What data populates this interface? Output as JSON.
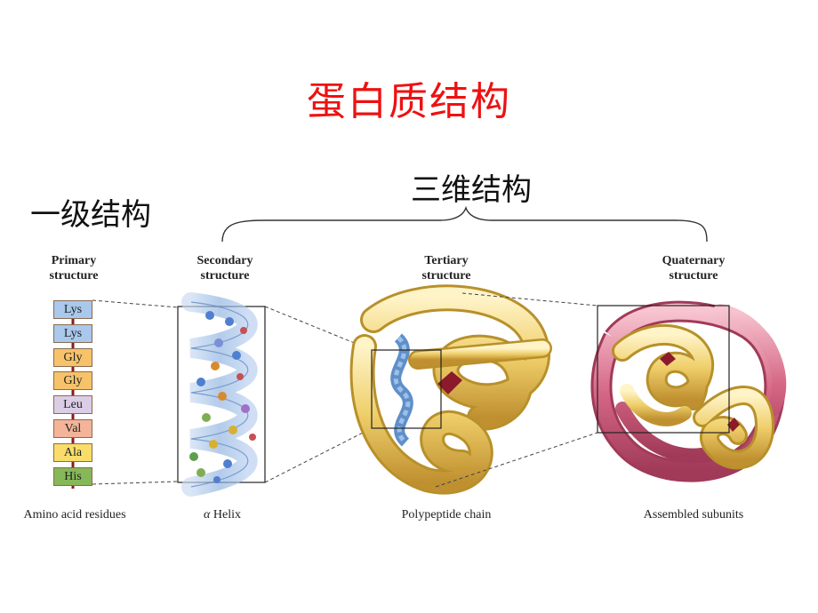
{
  "title": "蛋白质结构",
  "label_primary_cn": "一级结构",
  "label_3d_cn": "三维结构",
  "headers": {
    "primary": [
      "Primary",
      "structure"
    ],
    "secondary": [
      "Secondary",
      "structure"
    ],
    "tertiary": [
      "Tertiary",
      "structure"
    ],
    "quaternary": [
      "Quaternary",
      "structure"
    ]
  },
  "residues": [
    {
      "name": "Lys",
      "color": "#a9c8ec"
    },
    {
      "name": "Lys",
      "color": "#a9c8ec"
    },
    {
      "name": "Gly",
      "color": "#f6c26a"
    },
    {
      "name": "Gly",
      "color": "#f6c26a"
    },
    {
      "name": "Leu",
      "color": "#dccde6"
    },
    {
      "name": "Val",
      "color": "#f3b49a"
    },
    {
      "name": "Ala",
      "color": "#f8dd6a"
    },
    {
      "name": "His",
      "color": "#86b858"
    }
  ],
  "captions": {
    "primary": "Amino acid residues",
    "secondary_symbol": "α",
    "secondary_text": " Helix",
    "tertiary": "Polypeptide chain",
    "quaternary": "Assembled subunits"
  },
  "colors": {
    "title": "#ee1111",
    "strand": "#8b1a1a",
    "helix": "#7fa7d6",
    "ribbon_gold": "#e8c45a",
    "ribbon_pink": "#d46a86"
  }
}
